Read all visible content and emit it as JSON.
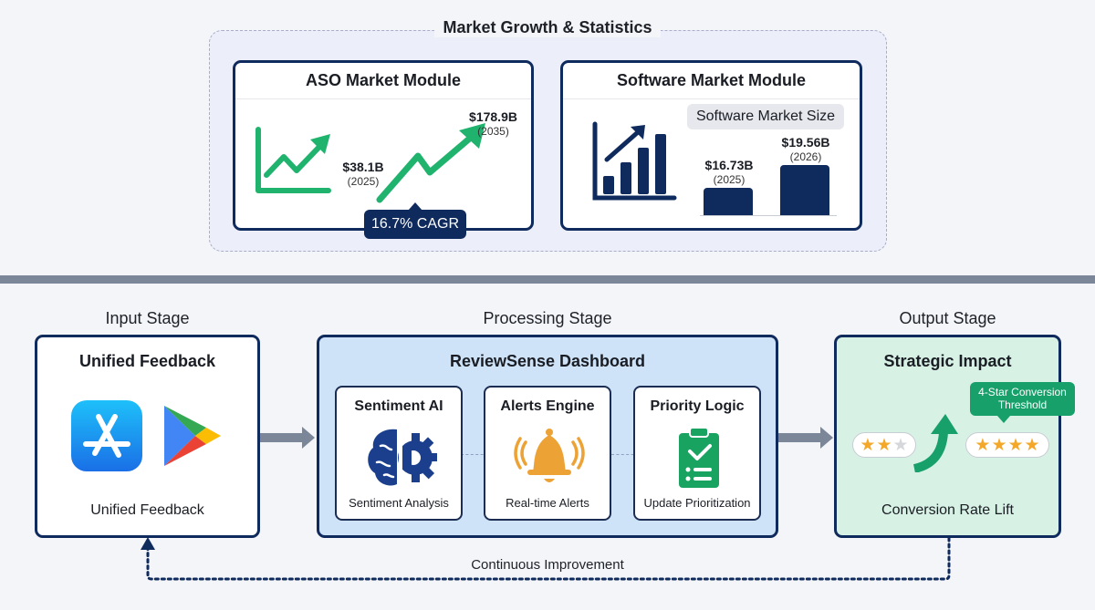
{
  "market": {
    "title": "Market Growth & Statistics",
    "aso": {
      "title": "ASO Market Module",
      "start_value": "$38.1B",
      "start_year": "(2025)",
      "end_value": "$178.9B",
      "end_year": "(2035)",
      "cagr": "16.7% CAGR"
    },
    "software": {
      "title": "Software Market Module",
      "subtitle": "Software Market Size",
      "bars": [
        {
          "value": "$16.73B",
          "year": "(2025)",
          "amount": 16.73
        },
        {
          "value": "$19.56B",
          "year": "(2026)",
          "amount": 19.56
        }
      ]
    }
  },
  "stages": {
    "input": {
      "label": "Input Stage",
      "title": "Unified Feedback",
      "icons": [
        "app-store-icon",
        "google-play-icon"
      ],
      "caption": "Unified Feedback"
    },
    "processing": {
      "label": "Processing Stage",
      "title": "ReviewSense Dashboard",
      "modules": [
        {
          "title": "Sentiment AI",
          "icon": "brain-gear-icon",
          "caption": "Sentiment Analysis"
        },
        {
          "title": "Alerts Engine",
          "icon": "bell-icon",
          "caption": "Real-time Alerts"
        },
        {
          "title": "Priority Logic",
          "icon": "clipboard-check-icon",
          "caption": "Update Prioritization"
        }
      ]
    },
    "output": {
      "label": "Output Stage",
      "title": "Strategic Impact",
      "before_rating": 2,
      "before_total": 3,
      "after_rating": 4,
      "after_total": 4,
      "threshold_label": "4-Star Conversion Threshold",
      "caption": "Conversion Rate Lift"
    }
  },
  "loop_label": "Continuous Improvement",
  "colors": {
    "navy": "#0f2a5c",
    "green": "#17a06a",
    "gold": "#f4a82a",
    "processing_bg": "#cfe3f8",
    "output_bg": "#d7f2e5"
  }
}
